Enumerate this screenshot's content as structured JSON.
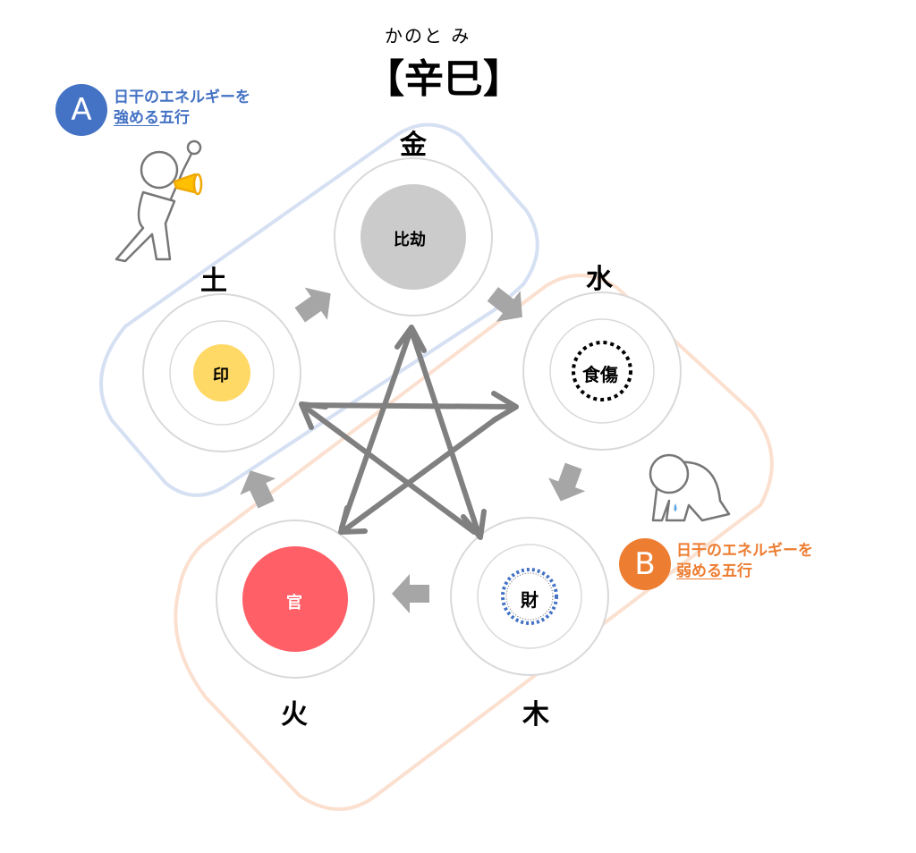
{
  "title": {
    "reading": "かのと み",
    "text": "【辛巳】"
  },
  "legend": {
    "a": {
      "badge": "A",
      "line1": "日干のエネルギーを",
      "underlined": "強める",
      "rest": "五行",
      "color": "#4472c4"
    },
    "b": {
      "badge": "B",
      "line1": "日干のエネルギーを",
      "underlined": "弱める",
      "rest": "五行",
      "color": "#ed7d31"
    }
  },
  "elements": [
    {
      "id": "metal",
      "name": "金",
      "role": "比劫",
      "style": "filled-gray"
    },
    {
      "id": "water",
      "name": "水",
      "role": "食傷",
      "style": "dotted-black"
    },
    {
      "id": "wood",
      "name": "木",
      "role": "財",
      "style": "dotted-blue"
    },
    {
      "id": "fire",
      "name": "火",
      "role": "官",
      "style": "filled-red"
    },
    {
      "id": "earth",
      "name": "土",
      "role": "印",
      "style": "filled-yellow"
    }
  ],
  "colors": {
    "gray": "#cccbcc",
    "red": "#ff5f67",
    "yellow": "#ffd966",
    "arrow": "#808080",
    "blockArrow": "#a6a6a6"
  }
}
